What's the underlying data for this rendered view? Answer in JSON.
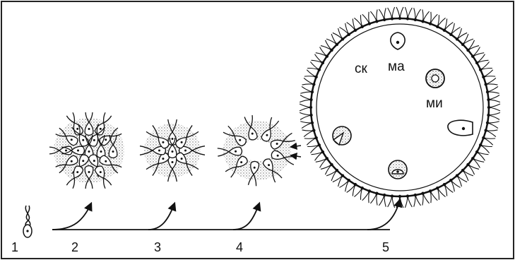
{
  "stages": [
    {
      "id": "1",
      "label": "1"
    },
    {
      "id": "2",
      "label": "2"
    },
    {
      "id": "3",
      "label": "3"
    },
    {
      "id": "4",
      "label": "4"
    },
    {
      "id": "5",
      "label": "5"
    }
  ],
  "organelles": {
    "sk": "ск",
    "ma": "ма",
    "mi": "ми"
  },
  "colors": {
    "ink": "#111111",
    "stipple": "#555555",
    "background": "#ffffff"
  }
}
